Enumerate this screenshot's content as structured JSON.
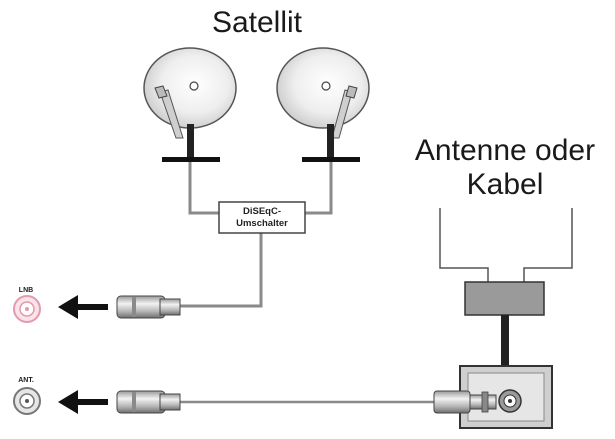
{
  "title_satellite": "Satellit",
  "antenna_label": {
    "line1": "Antenne oder",
    "line2": "Kabel"
  },
  "switch_box": {
    "line1": "DiSEqC-",
    "line2": "Umschalter"
  },
  "ports": {
    "lnb": "LNB",
    "ant": "ANT."
  },
  "colors": {
    "wire": "#8a8a8a",
    "dish": "#e8e8e8",
    "dark": "#111111",
    "grey_box": "#9a9a9a",
    "lnb_port": "#e9a9b8"
  }
}
